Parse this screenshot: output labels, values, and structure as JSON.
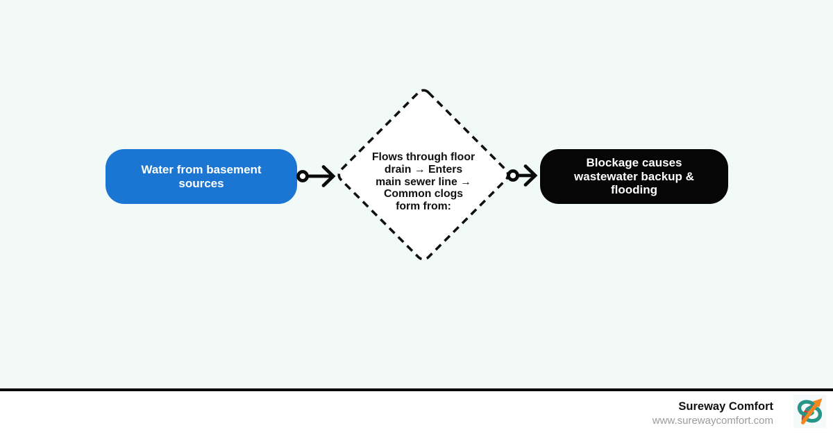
{
  "canvas": {
    "background_color": "#f2faf8",
    "footer_background_color": "#ffffff",
    "divider_color": "#000000"
  },
  "flow": {
    "start_box": {
      "lines": [
        "Water from basement",
        "sources"
      ],
      "background_color": "#1b76d3",
      "text_color": "#ffffff"
    },
    "decision_diamond": {
      "lines": [
        "Flows through floor",
        "drain → Enters",
        "main sewer line →",
        "Common clogs",
        "form from:"
      ],
      "border_color": "#101010",
      "border_style": "dashed",
      "fill_color": "#ffffff",
      "text_color": "#101010"
    },
    "end_box": {
      "lines": [
        "Blockage causes",
        "wastewater backup &",
        "flooding"
      ],
      "background_color": "#060606",
      "text_color": "#ffffff"
    },
    "connector_color": "#0a0a0a"
  },
  "footer": {
    "brand": "Sureway Comfort",
    "website": "www.surewaycomfort.com",
    "logo": {
      "name": "sureway-s-arrow-logo",
      "teal": "#279588",
      "red": "#e63b2e",
      "orange": "#f6871f"
    }
  }
}
